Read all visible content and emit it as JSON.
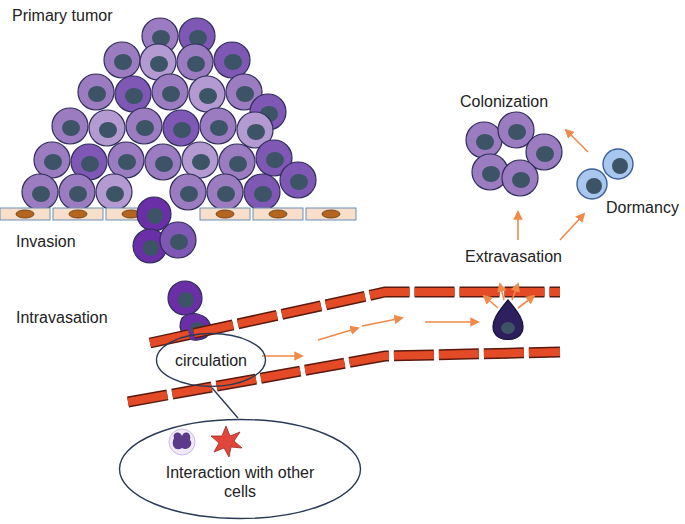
{
  "diagram": {
    "nodes": [
      {
        "text": [
          "circulation"
        ]
      },
      {
        "text": [
          "Interaction with other cells"
        ]
      }
    ],
    "edges": [
      {
        "from": 0,
        "to": 1,
        "arrow": "none"
      }
    ],
    "labels": [
      "Primary tumor",
      "Invasion",
      "Intravasation",
      "Colonization",
      "Extravasation",
      "Dormancy"
    ]
  }
}
